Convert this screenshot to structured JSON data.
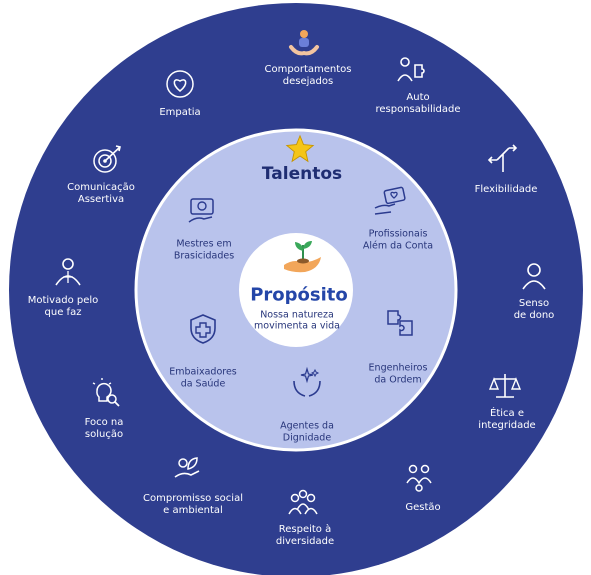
{
  "colors": {
    "outer_ring": "#2f3e8f",
    "middle_ring": "#b9c3ec",
    "inner_ring_border": "#ffffff",
    "center": "#ffffff",
    "star": "#f5c518",
    "outer_text": "#ffffff",
    "inner_text": "#27357a",
    "core_title": "#2446a8"
  },
  "outer_ring": {
    "items": [
      {
        "label": "Comportamentos\ndesejados",
        "icon": "hands-holding-people-icon"
      },
      {
        "label": "Auto\nresponsabilidade",
        "icon": "person-puzzle-icon"
      },
      {
        "label": "Flexibilidade",
        "icon": "direction-arrows-icon"
      },
      {
        "label": "Senso\nde dono",
        "icon": "person-icon"
      },
      {
        "label": "Ética e\nintegridade",
        "icon": "scales-icon"
      },
      {
        "label": "Gestão",
        "icon": "team-gear-icon"
      },
      {
        "label": "Respeito à\ndiversidade",
        "icon": "diverse-people-icon"
      },
      {
        "label": "Compromisso social\ne ambiental",
        "icon": "hand-leaf-icon"
      },
      {
        "label": "Foco na\nsolução",
        "icon": "lightbulb-magnifier-icon"
      },
      {
        "label": "Motivado pelo\nque faz",
        "icon": "motivated-person-icon"
      },
      {
        "label": "Comunicação\nAssertiva",
        "icon": "target-icon"
      },
      {
        "label": "Empatia",
        "icon": "heart-circle-icon"
      }
    ]
  },
  "middle_ring": {
    "title": "Talentos",
    "title_icon": "star-icon",
    "items": [
      {
        "label": "Profissionais\nAlém da Conta",
        "icon": "hand-card-heart-icon"
      },
      {
        "label": "Engenheiros\nda Ordem",
        "icon": "puzzle-icon"
      },
      {
        "label": "Agentes da\nDignidade",
        "icon": "hands-sparkle-icon"
      },
      {
        "label": "Embaixadores\nda Saúde",
        "icon": "shield-cross-icon"
      },
      {
        "label": "Mestres em\nBrasicidades",
        "icon": "hand-card-icon"
      }
    ]
  },
  "core": {
    "title": "Propósito",
    "subtitle": "Nossa natureza\nmovimenta a vida",
    "icon": "hand-sprout-icon"
  }
}
